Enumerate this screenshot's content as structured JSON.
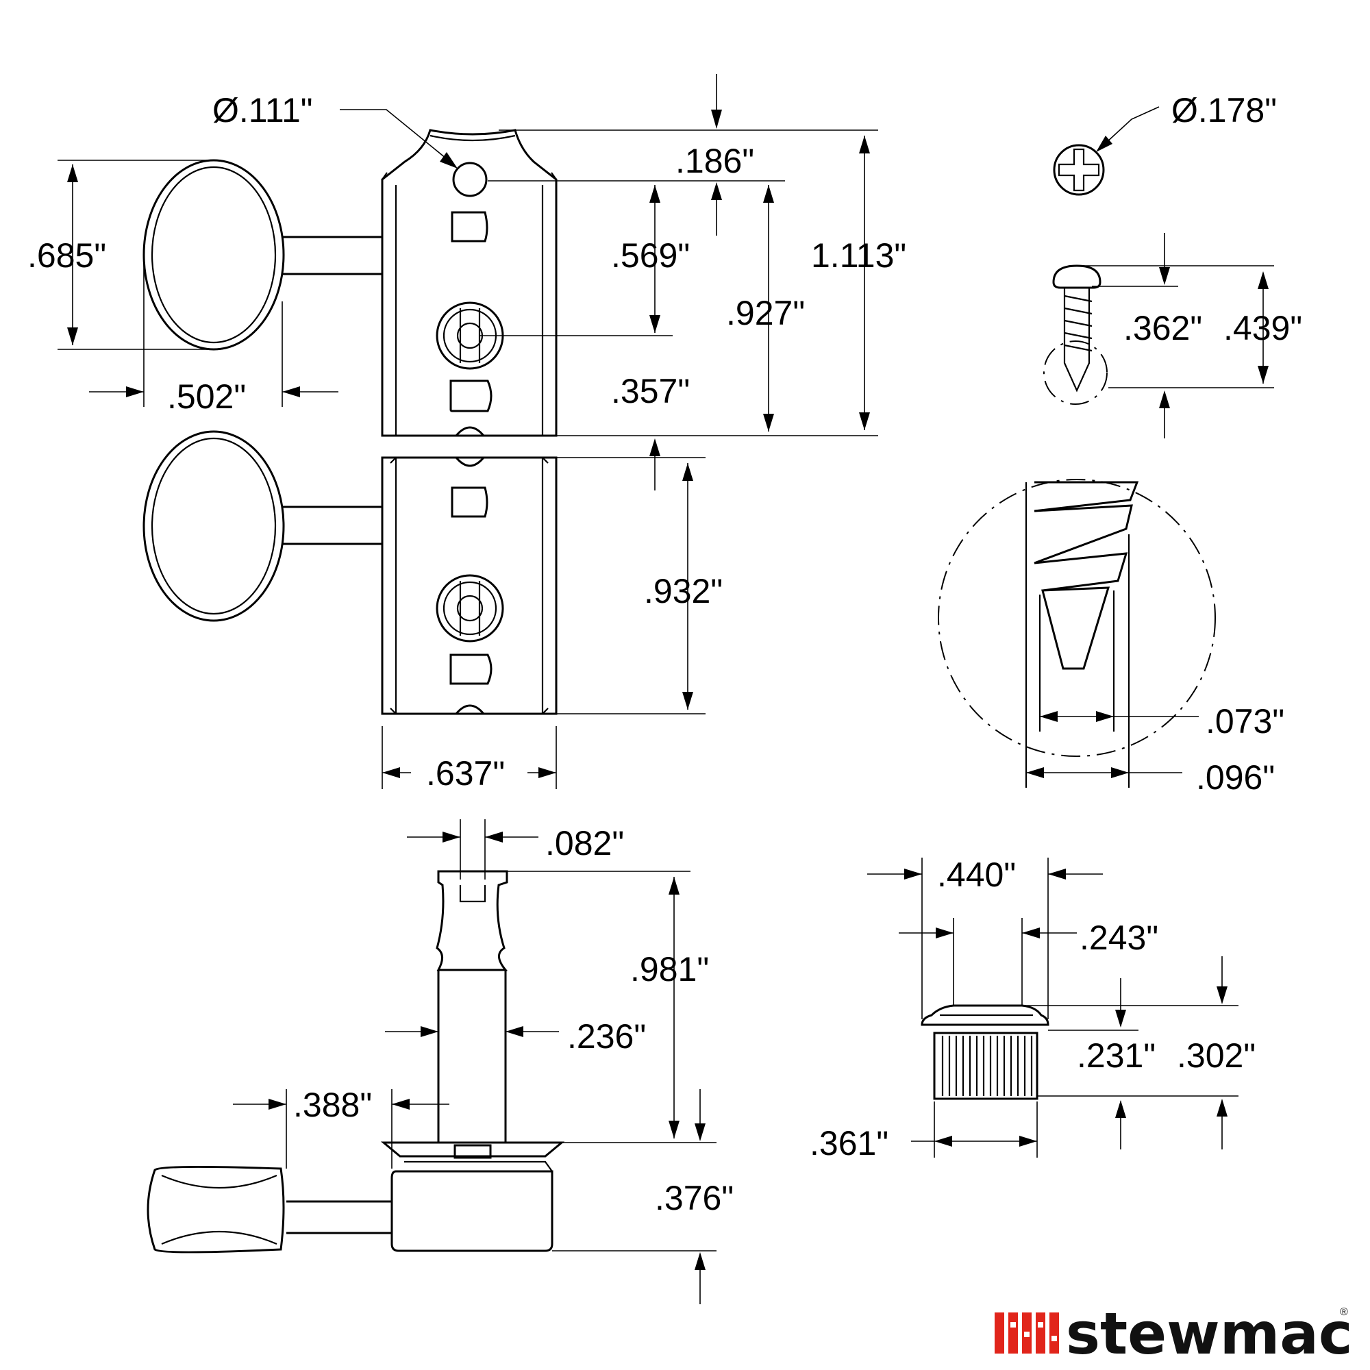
{
  "dimensions": {
    "post_hole_dia": "Ø.111\"",
    "screw_head_dia": "Ø.178\"",
    "hole_offset": ".186\"",
    "button_height": ".685\"",
    "hole_to_post": ".569\"",
    "hole_to_bottom": ".927\"",
    "plate_length": "1.113\"",
    "button_width": ".502\"",
    "post_to_bottom": ".357\"",
    "post_spacing": ".932\"",
    "plate_width": ".637\"",
    "screw_head_height": ".362\"",
    "screw_length": ".439\"",
    "screw_tip_width": ".073\"",
    "screw_thread_dia": ".096\"",
    "post_slot": ".082\"",
    "post_height": ".981\"",
    "post_dia": ".236\"",
    "button_offset": ".388\"",
    "gear_housing_height": ".376\"",
    "bushing_flange_dia": ".440\"",
    "bushing_hole_dia": ".243\"",
    "bushing_body_height": ".231\"",
    "bushing_total_height": ".302\"",
    "bushing_body_dia": ".361\""
  },
  "logo": {
    "text": "stewmac",
    "registered": "®",
    "color": "#e1251b"
  }
}
